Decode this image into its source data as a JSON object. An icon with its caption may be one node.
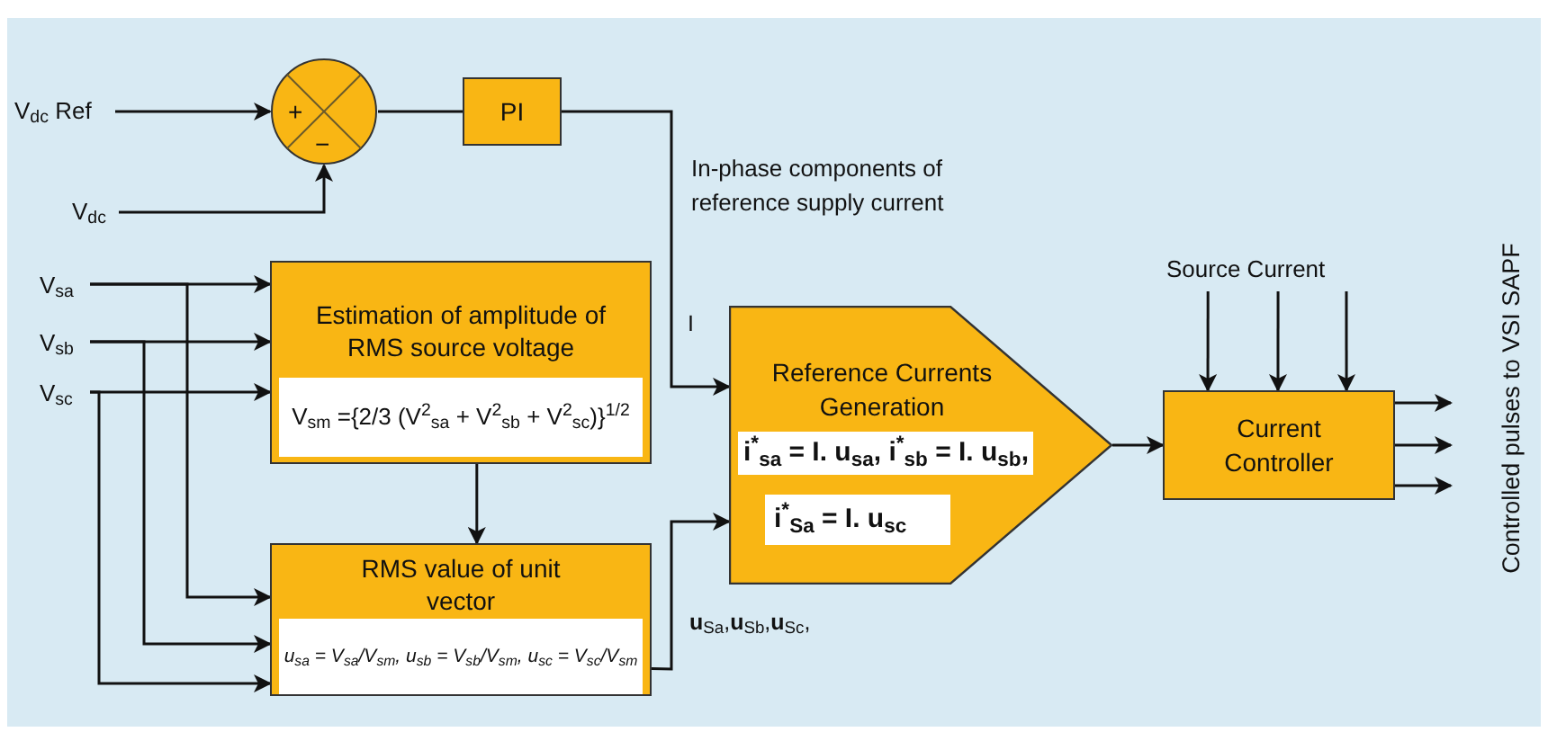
{
  "diagram": {
    "nodes": [
      {
        "text": [
          "V$_{dc}$ Ref"
        ]
      },
      {
        "text": [
          "+",
          "−"
        ]
      },
      {
        "text": [
          "V$_{dc}$"
        ]
      },
      {
        "text": [
          "PI"
        ]
      },
      {
        "text": [
          "Estimation of amplitude of RMS source voltage",
          "V$_{sm}$ ={2/3 (V$^{2}$$_{sa}$ + V$^{2}$$_{sb}$ + V$^{2}$$_{sc}$)}$^{1/2}$"
        ]
      },
      {
        "text": [
          "RMS value of unit vector",
          "u$_{sa}$ = V$_{sa}$/V$_{sm}$, u$_{sb}$ = V$_{sb}$/V$_{sm}$, u$_{sc}$ = V$_{sc}$/V$_{sm}$"
        ]
      },
      {
        "text": [
          "V$_{sa}$"
        ]
      },
      {
        "text": [
          "V$_{sb}$"
        ]
      },
      {
        "text": [
          "V$_{sc}$"
        ]
      },
      {
        "text": [
          "Reference Currents Generation",
          "i$^{*}$$_{sa}$ = I. u$_{sa}$, i$^{*}$$_{sb}$ = I. u$_{sb}$,",
          "i$^{*}$$_{Sa}$ = I. u$_{sc}$"
        ]
      },
      {
        "text": [
          "Current Controller"
        ]
      },
      {
        "text": [
          "Source Current"
        ]
      }
    ],
    "edges": [
      {
        "from": 0,
        "to": 1,
        "arrow": "to"
      },
      {
        "from": 2,
        "to": 1,
        "arrow": "to"
      },
      {
        "from": 1,
        "to": 3,
        "arrow": "none"
      },
      {
        "from": 3,
        "to": 9,
        "arrow": "to",
        "label": "I"
      },
      {
        "from": 6,
        "to": 4,
        "arrow": "to"
      },
      {
        "from": 7,
        "to": 4,
        "arrow": "to"
      },
      {
        "from": 8,
        "to": 4,
        "arrow": "to"
      },
      {
        "from": 6,
        "to": 5,
        "arrow": "to"
      },
      {
        "from": 7,
        "to": 5,
        "arrow": "to"
      },
      {
        "from": 8,
        "to": 5,
        "arrow": "to"
      },
      {
        "from": 4,
        "to": 5,
        "arrow": "to"
      },
      {
        "from": 5,
        "to": 9,
        "arrow": "to",
        "label": "**u**$_{Sa}$,**u**$_{Sb}$,**u**$_{Sc}$,"
      },
      {
        "from": 9,
        "to": 10,
        "arrow": "to"
      },
      {
        "from": 11,
        "to": 10,
        "arrow": "to"
      },
      {
        "from": 11,
        "to": 10,
        "arrow": "to"
      },
      {
        "from": 11,
        "to": 10,
        "arrow": "to"
      },
      {
        "from": 10,
        "to": null,
        "arrow": "to"
      },
      {
        "from": 10,
        "to": null,
        "arrow": "to"
      },
      {
        "from": 10,
        "to": null,
        "arrow": "to"
      }
    ],
    "labels": [
      "In-phase components of reference supply current",
      "Controlled pulses to VSI SAPF"
    ]
  }
}
